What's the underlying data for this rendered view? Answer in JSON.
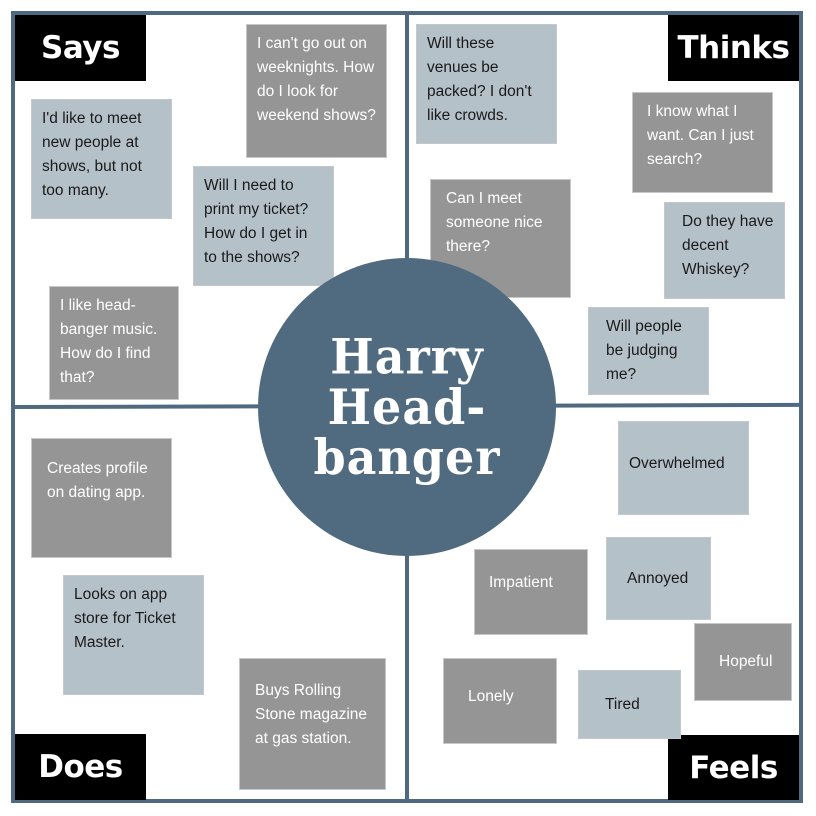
{
  "persona": {
    "name": "Harry\nHead-\nbanger",
    "color": "#506b80"
  },
  "colors": {
    "frame": "#4f6a80",
    "label_bg": "#000000",
    "note_light": "#b5c1c9",
    "note_dark": "#959595"
  },
  "quadrants": {
    "says": {
      "label": "Says",
      "notes": [
        {
          "text": "I can't go out on weeknights. How do I look for weekend shows?",
          "tone": "dark"
        },
        {
          "text": "I'd like to meet new people at shows, but not too many.",
          "tone": "light"
        },
        {
          "text": "Will I need to print my ticket? How do I get in to the shows?",
          "tone": "light"
        },
        {
          "text": "I like head-banger music. How do I find that?",
          "tone": "dark"
        }
      ]
    },
    "thinks": {
      "label": "Thinks",
      "notes": [
        {
          "text": "Will these venues be packed? I don't like crowds.",
          "tone": "light"
        },
        {
          "text": "I know what I want. Can I just search?",
          "tone": "dark"
        },
        {
          "text": "Can I meet someone nice there?",
          "tone": "dark"
        },
        {
          "text": "Do they have decent Whiskey?",
          "tone": "light"
        },
        {
          "text": "Will people be judging me?",
          "tone": "light"
        }
      ]
    },
    "does": {
      "label": "Does",
      "notes": [
        {
          "text": "Creates profile on dating app.",
          "tone": "dark"
        },
        {
          "text": "Looks on app store for Ticket Master.",
          "tone": "light"
        },
        {
          "text": "Buys Rolling Stone magazine at gas station.",
          "tone": "dark"
        }
      ]
    },
    "feels": {
      "label": "Feels",
      "notes": [
        {
          "text": "Overwhelmed",
          "tone": "light"
        },
        {
          "text": "Impatient",
          "tone": "dark"
        },
        {
          "text": "Annoyed",
          "tone": "light"
        },
        {
          "text": "Hopeful",
          "tone": "dark"
        },
        {
          "text": "Lonely",
          "tone": "dark"
        },
        {
          "text": "Tired",
          "tone": "light"
        }
      ]
    }
  }
}
